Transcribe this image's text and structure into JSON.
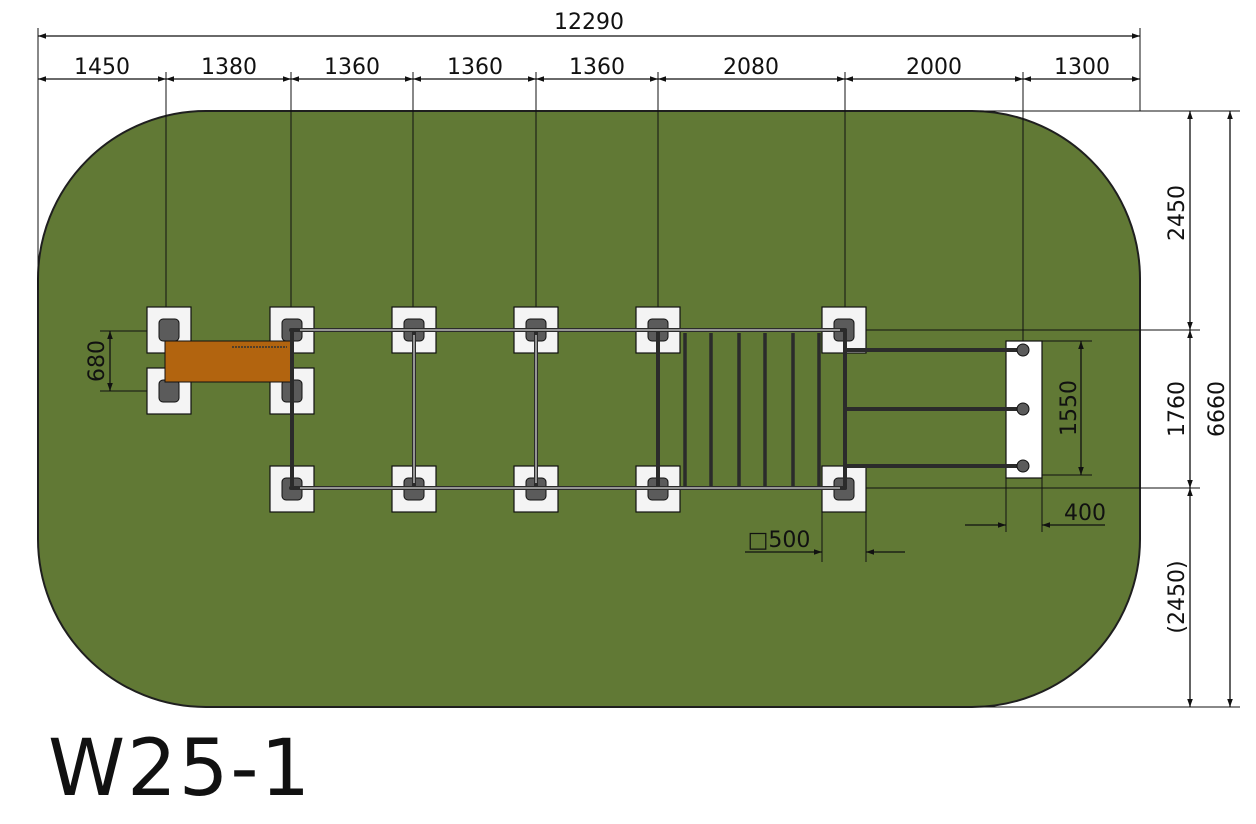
{
  "drawing": {
    "title": "W25-1",
    "colors": {
      "surface": "#617935",
      "surface_edge": "#1f1f1f",
      "footing": "#f4f4f4",
      "post": "#5b5b5b",
      "bar": "#2b2b2b",
      "bench": "#b2640f",
      "end_plate": "#ffffff",
      "line": "#111111"
    },
    "dimensions": {
      "overall_width": "12290",
      "segments": [
        "1450",
        "1380",
        "1360",
        "1360",
        "1360",
        "2080",
        "2000",
        "1300"
      ],
      "right_top": "2450",
      "right_mid": "1760",
      "right_bottom": "(2450)",
      "overall_height": "6660",
      "bench_height": "680",
      "bar_span": "1550",
      "plate_width": "400",
      "footing_size": "□500"
    }
  }
}
